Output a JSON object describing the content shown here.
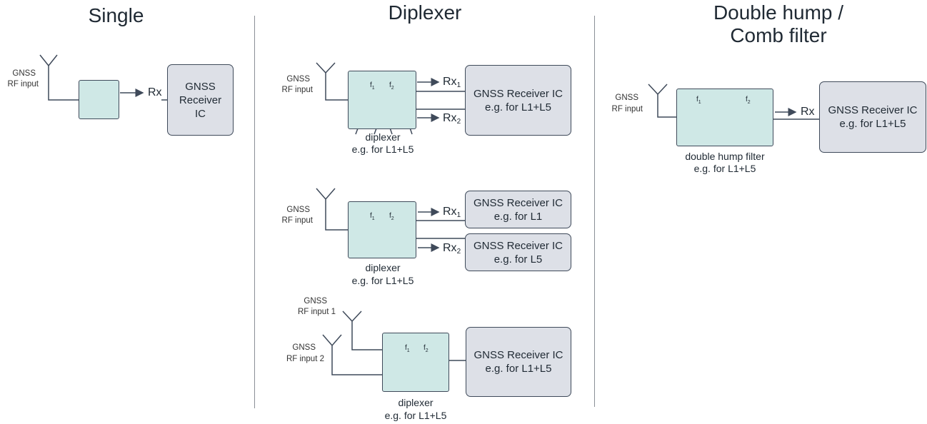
{
  "sections": {
    "single": {
      "title": "Single"
    },
    "diplexer": {
      "title": "Diplexer"
    },
    "comb": {
      "title": "Double hump /",
      "title2": "Comb filter"
    }
  },
  "labels": {
    "gnss": "GNSS",
    "rf_input": "RF input",
    "rf_input_1": "RF input 1",
    "rf_input_2": "RF input 2",
    "rx": "Rx",
    "f": "f",
    "one": "1",
    "two": "2"
  },
  "single": {
    "receiver_lines": [
      "GNSS",
      "Receiver",
      "IC"
    ]
  },
  "diplexer_a": {
    "receiver_line1": "GNSS Receiver IC",
    "receiver_line2": "e.g. for L1+L5",
    "caption1": "diplexer",
    "caption2": "e.g. for L1+L5"
  },
  "diplexer_b": {
    "receiver1_line1": "GNSS Receiver IC",
    "receiver1_line2": "e.g. for L1",
    "receiver2_line1": "GNSS Receiver IC",
    "receiver2_line2": "e.g. for L5",
    "caption1": "diplexer",
    "caption2": "e.g. for L1+L5"
  },
  "diplexer_c": {
    "receiver_line1": "GNSS Receiver IC",
    "receiver_line2": "e.g. for L1+L5",
    "caption1": "diplexer",
    "caption2": "e.g. for L1+L5"
  },
  "comb": {
    "receiver_line1": "GNSS Receiver IC",
    "receiver_line2": "e.g. for L1+L5",
    "caption1": "double hump filter",
    "caption2": "e.g. for L1+L5"
  },
  "colors": {
    "filter": "#cfe8e6",
    "receiver": "#dde0e7",
    "stroke": "#3f4a5a"
  }
}
